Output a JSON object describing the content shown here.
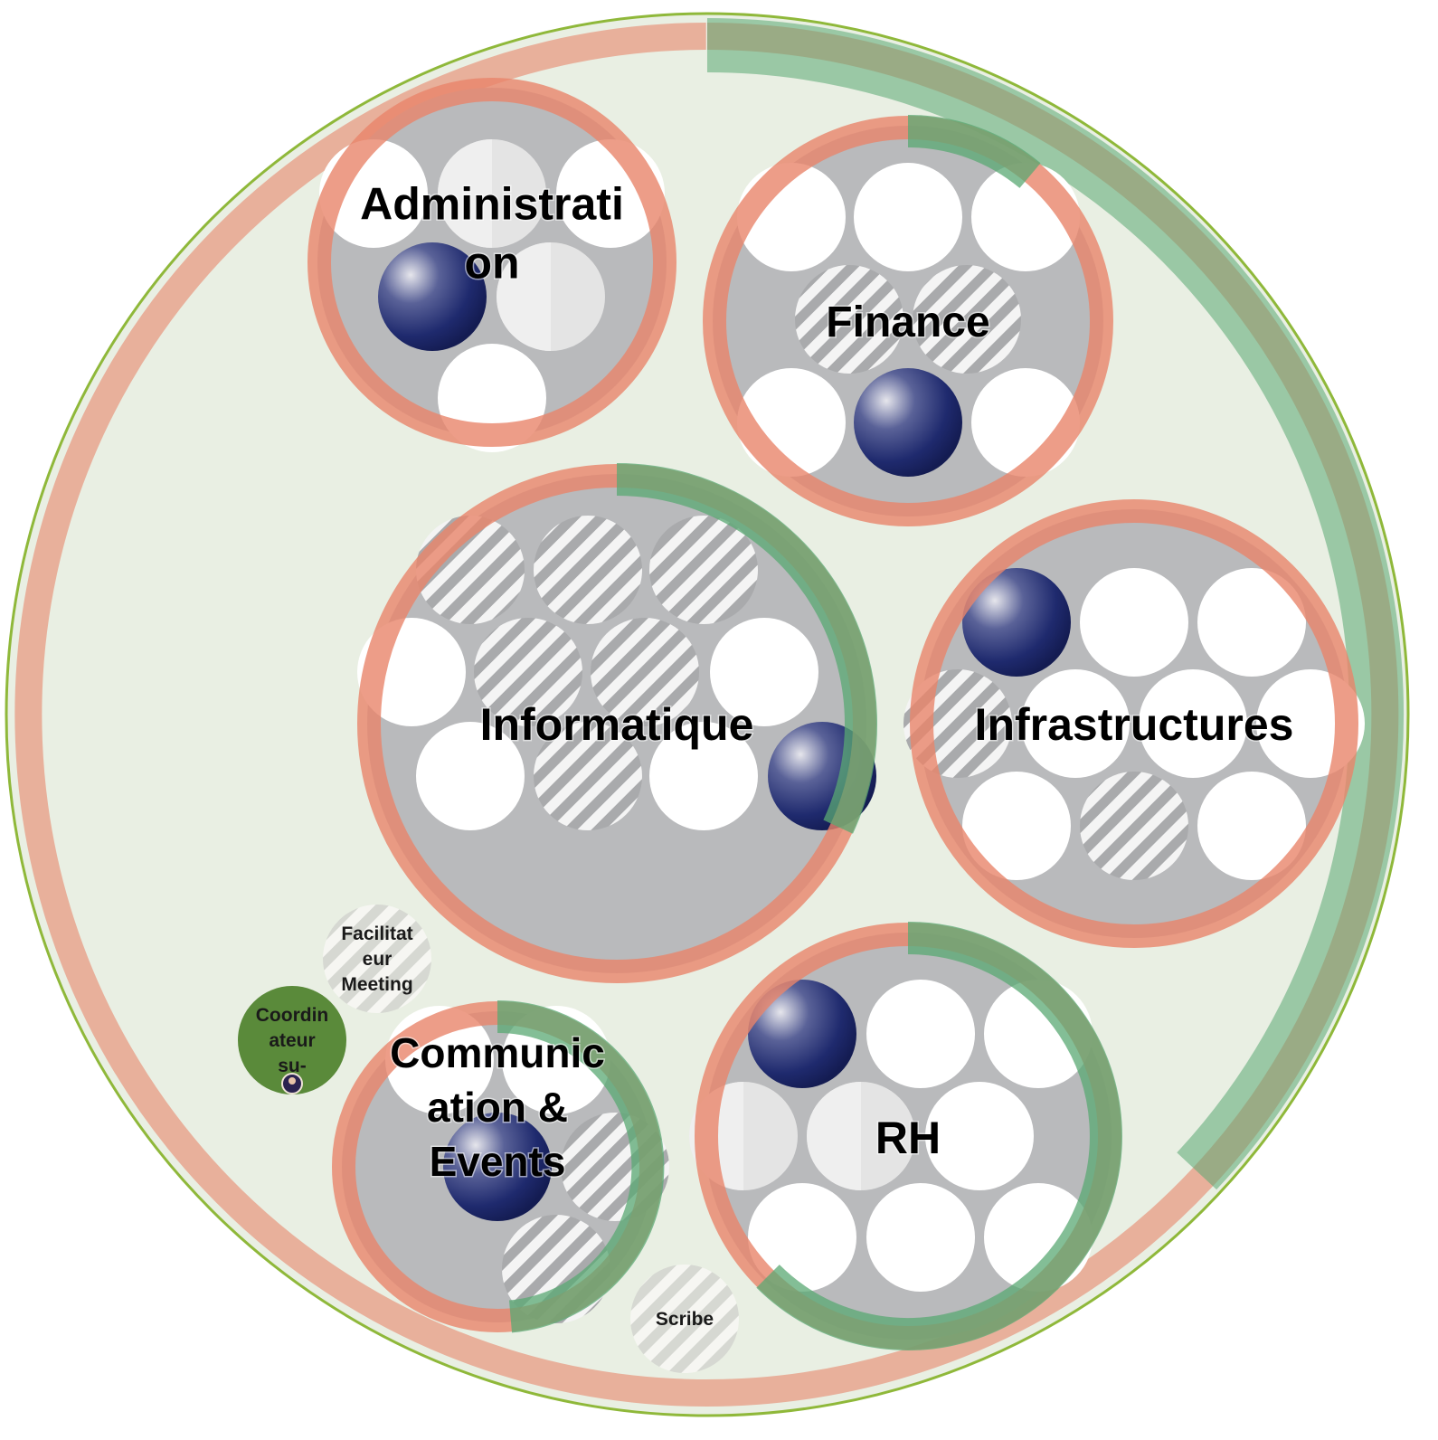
{
  "colors": {
    "background": "#ffffff",
    "outer_fill": "#e9efe3",
    "outer_border": "#8fb83a",
    "circle_fill": "#b9babc",
    "ring_orange": "#e8856a",
    "ring_green": "#5aa873",
    "role_white": "#ffffff",
    "role_gray": "#e4e4e4",
    "filled_role": "#1f2a6e",
    "coordinator": "#5a8a3a"
  },
  "icons": {
    "filled_role": "sphere-icon",
    "striped_role": "hatched-circle-icon",
    "avatar": "avatar-icon"
  },
  "circles": [
    {
      "id": "administration",
      "label_lines": [
        "Administrati",
        "on"
      ]
    },
    {
      "id": "finance",
      "label_lines": [
        "Finance"
      ]
    },
    {
      "id": "informatique",
      "label_lines": [
        "Informatique"
      ]
    },
    {
      "id": "infrastructures",
      "label_lines": [
        "Infrastructures"
      ]
    },
    {
      "id": "communication",
      "label_lines": [
        "Communic",
        "ation &",
        "Events"
      ]
    },
    {
      "id": "rh",
      "label_lines": [
        "RH"
      ]
    }
  ],
  "roles": {
    "facilitateur": {
      "label_lines": [
        "Facilitat",
        "eur",
        "Meeting"
      ]
    },
    "coordinateur": {
      "label_lines": [
        "Coordin",
        "ateur",
        "su-"
      ]
    },
    "scribe": {
      "label_lines": [
        "Scribe"
      ]
    }
  }
}
